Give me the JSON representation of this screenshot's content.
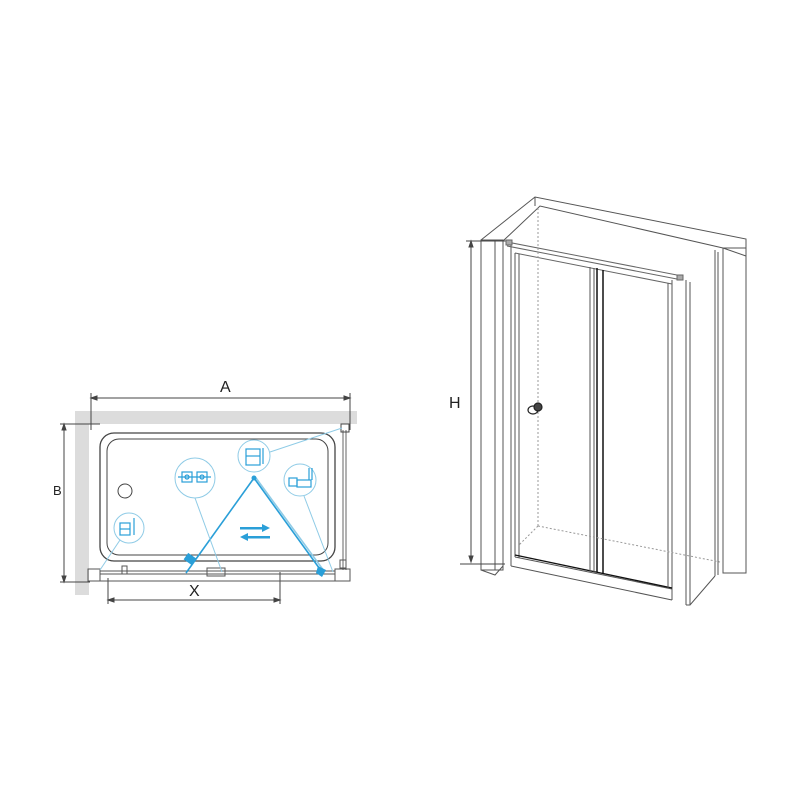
{
  "diagram": {
    "type": "technical-product-drawing",
    "subject": "shower enclosure with bi-fold door",
    "colors": {
      "line": "#4a4a4a",
      "wall": "#dcdcdc",
      "detail_accent": "#2a9fd8",
      "detail_thin": "#8fcbe6",
      "background": "#ffffff"
    }
  },
  "plan_view": {
    "labels": {
      "width": "A",
      "depth": "B",
      "opening": "X"
    },
    "detail_callouts": [
      {
        "id": "hinge-pivot",
        "position": "top-center-left"
      },
      {
        "id": "top-profile",
        "position": "top-center"
      },
      {
        "id": "wall-profile",
        "position": "top-right"
      },
      {
        "id": "corner-profile",
        "position": "left"
      }
    ],
    "direction_arrows": "sliding-both-ways"
  },
  "elevation_view": {
    "labels": {
      "height": "H"
    },
    "panels": 2,
    "handle": "round-knob"
  }
}
